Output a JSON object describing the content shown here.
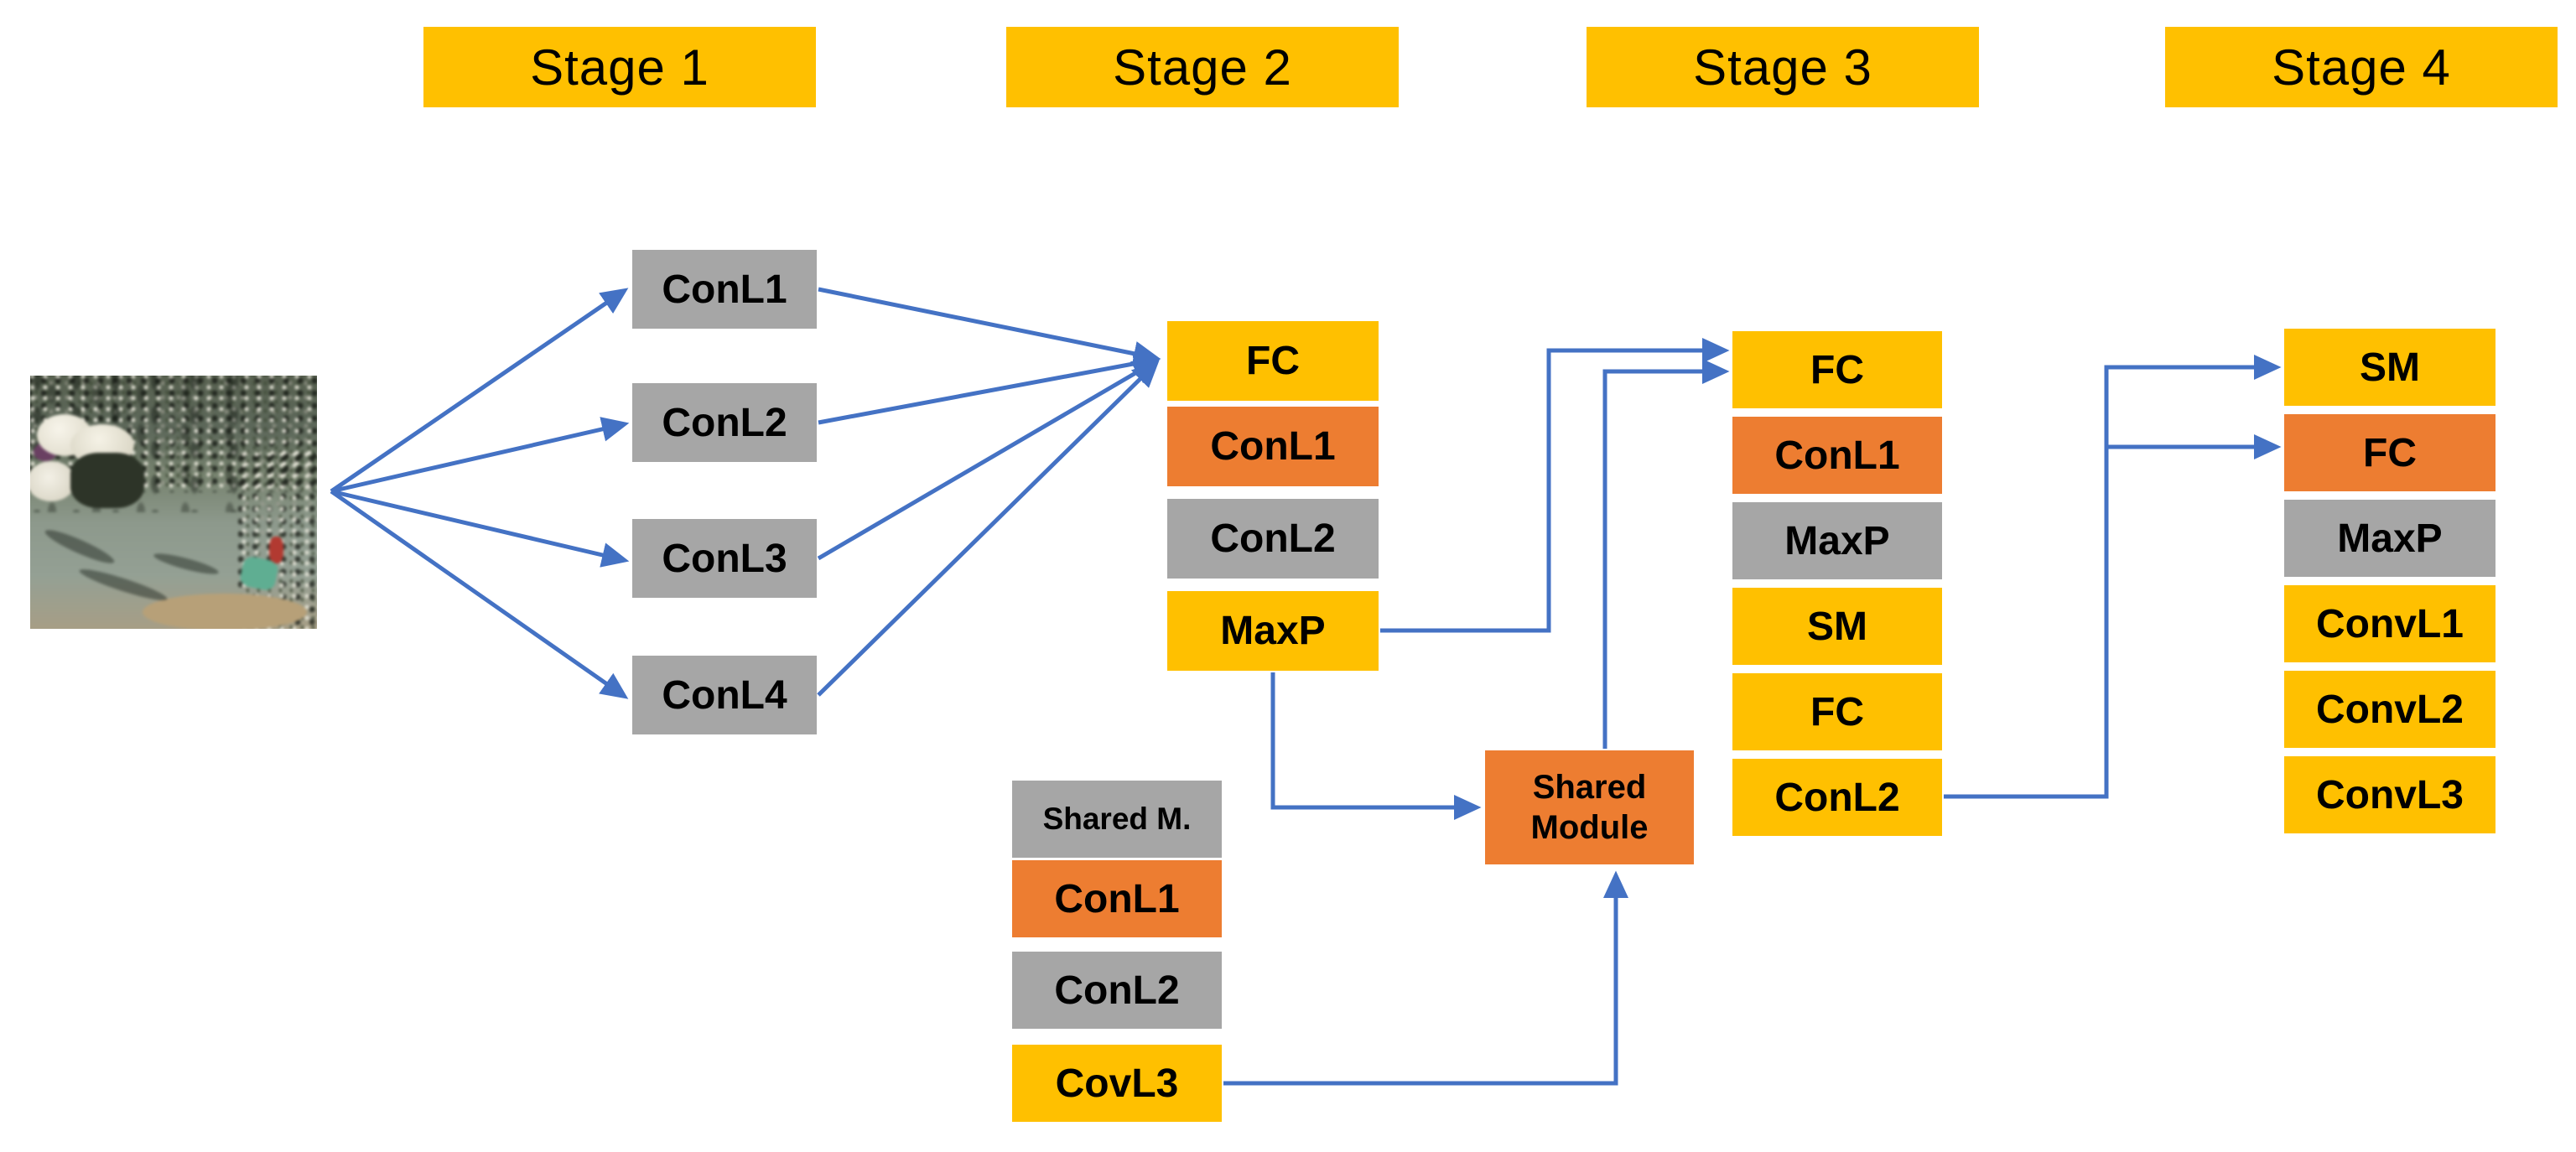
{
  "title": "Four-stage CNN crowd-counting pipeline diagram",
  "colors": {
    "gold": "#FFC000",
    "orange": "#ED7D31",
    "gray": "#A6A6A6",
    "arrow_blue": "#4472C4",
    "text": "#000000",
    "background": "#FFFFFF"
  },
  "stages": [
    {
      "label": "Stage 1"
    },
    {
      "label": "Stage 2"
    },
    {
      "label": "Stage 3"
    },
    {
      "label": "Stage 4"
    }
  ],
  "input_image": {
    "description": "Blurry aerial photo of a dense plaza crowd with white umbrellas (network input)"
  },
  "stage1_branches": [
    {
      "label": "ConL1",
      "color": "gray"
    },
    {
      "label": "ConL2",
      "color": "gray"
    },
    {
      "label": "ConL3",
      "color": "gray"
    },
    {
      "label": "ConL4",
      "color": "gray"
    }
  ],
  "stage2_stack": [
    {
      "label": "FC",
      "color": "gold"
    },
    {
      "label": "ConL1",
      "color": "orange"
    },
    {
      "label": "ConL2",
      "color": "gray"
    },
    {
      "label": "MaxP",
      "color": "gold"
    }
  ],
  "stage2_shared_stack": [
    {
      "label": "Shared M.",
      "color": "gray"
    },
    {
      "label": "ConL1",
      "color": "orange"
    },
    {
      "label": "ConL2",
      "color": "gray"
    },
    {
      "label": "CovL3",
      "color": "gold"
    }
  ],
  "shared_module": {
    "lines": [
      "Shared",
      "Module"
    ],
    "color": "orange"
  },
  "stage3_stack": [
    {
      "label": "FC",
      "color": "gold"
    },
    {
      "label": "ConL1",
      "color": "orange"
    },
    {
      "label": "MaxP",
      "color": "gray"
    },
    {
      "label": "SM",
      "color": "gold"
    },
    {
      "label": "FC",
      "color": "gold"
    },
    {
      "label": "ConL2",
      "color": "gold"
    }
  ],
  "stage4_stack": [
    {
      "label": "SM",
      "color": "gold"
    },
    {
      "label": "FC",
      "color": "orange"
    },
    {
      "label": "MaxP",
      "color": "gray"
    },
    {
      "label": "ConvL1",
      "color": "gold"
    },
    {
      "label": "ConvL2",
      "color": "gold"
    },
    {
      "label": "ConvL3",
      "color": "gold"
    }
  ],
  "connections": [
    {
      "from": "input image",
      "to": "Stage1 ConL1"
    },
    {
      "from": "input image",
      "to": "Stage1 ConL2"
    },
    {
      "from": "input image",
      "to": "Stage1 ConL3"
    },
    {
      "from": "input image",
      "to": "Stage1 ConL4"
    },
    {
      "from": "Stage1 ConL1",
      "to": "Stage2 FC"
    },
    {
      "from": "Stage1 ConL2",
      "to": "Stage2 FC"
    },
    {
      "from": "Stage1 ConL3",
      "to": "Stage2 FC"
    },
    {
      "from": "Stage1 ConL4",
      "to": "Stage2 FC"
    },
    {
      "from": "Stage2 MaxP",
      "to": "Stage3 FC"
    },
    {
      "from": "Stage2 MaxP",
      "to": "Shared Module"
    },
    {
      "from": "Shared stack CovL3",
      "to": "Shared Module"
    },
    {
      "from": "Shared Module",
      "to": "Stage3 FC"
    },
    {
      "from": "Stage3 ConL2",
      "to": "Stage4 SM"
    },
    {
      "from": "Stage3 ConL2",
      "to": "Stage4 FC"
    }
  ]
}
